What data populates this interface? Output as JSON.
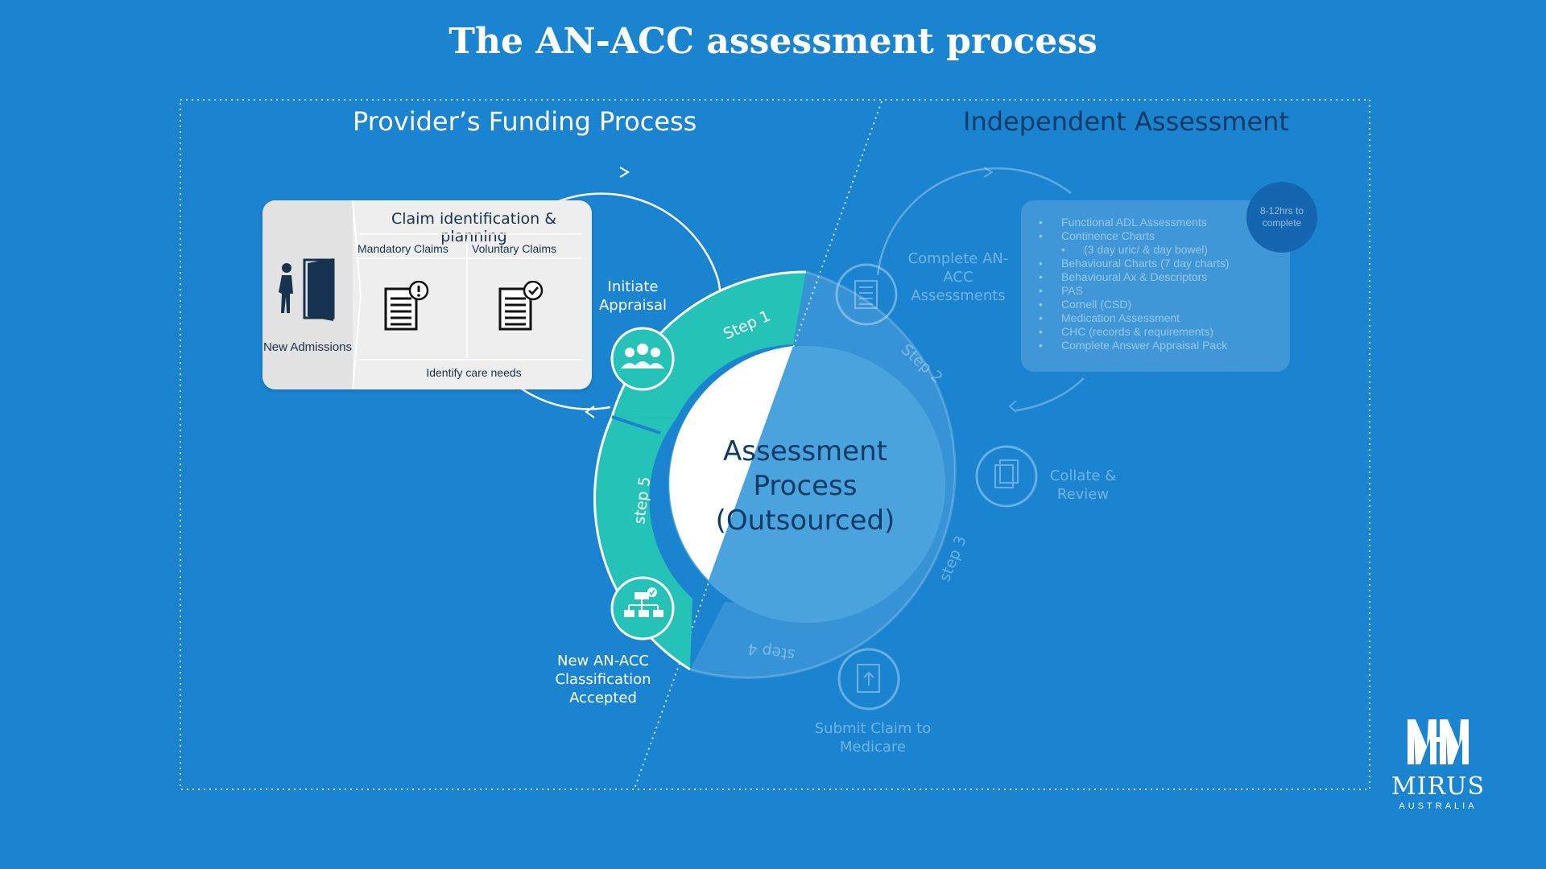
{
  "title": "The AN-ACC assessment process",
  "left_panel_title": "Provider’s Funding Process",
  "right_panel_title": "Independent Assessment",
  "claim_card": {
    "heading": "Claim identification & planning",
    "new_admissions": "New Admissions",
    "mandatory_claims": "Mandatory Claims",
    "voluntary_claims": "Voluntary Claims",
    "footer": "Identify care needs"
  },
  "labels": {
    "initiate_appraisal": "Initiate Appraisal",
    "complete_assessments": "Complete AN-ACC Assessments",
    "collate_review": "Collate & Review",
    "submit_claim": "Submit Claim to Medicare",
    "new_classification": "New AN-ACC Classification Accepted"
  },
  "steps": {
    "step1": "Step 1",
    "step2": "Step 2",
    "step3": "step 3",
    "step4": "step 4",
    "step5": "step 5"
  },
  "center": {
    "line1": "Assessment",
    "line2": "Process",
    "line3": "(Outsourced)"
  },
  "assessment_items": [
    "Functional ADL Assessments",
    "Continence Charts",
    "(3 day uric/ & day bowel)",
    "Behavioural Charts (7 day charts)",
    "Behavioural Ax & Descriptors",
    "PAS",
    "Cornell (CSD)",
    "Medication Assessment",
    "CHC (records & requirements)",
    "Complete Answer Appraisal Pack"
  ],
  "badge": "8-12hrs to complete",
  "logo": {
    "word": "MIRUS",
    "sub": "AUSTRALIA"
  },
  "colors": {
    "background": "#1b84d1",
    "teal": "#25c2b8",
    "dark_navy": "#0c3b66",
    "white": "#ffffff"
  }
}
